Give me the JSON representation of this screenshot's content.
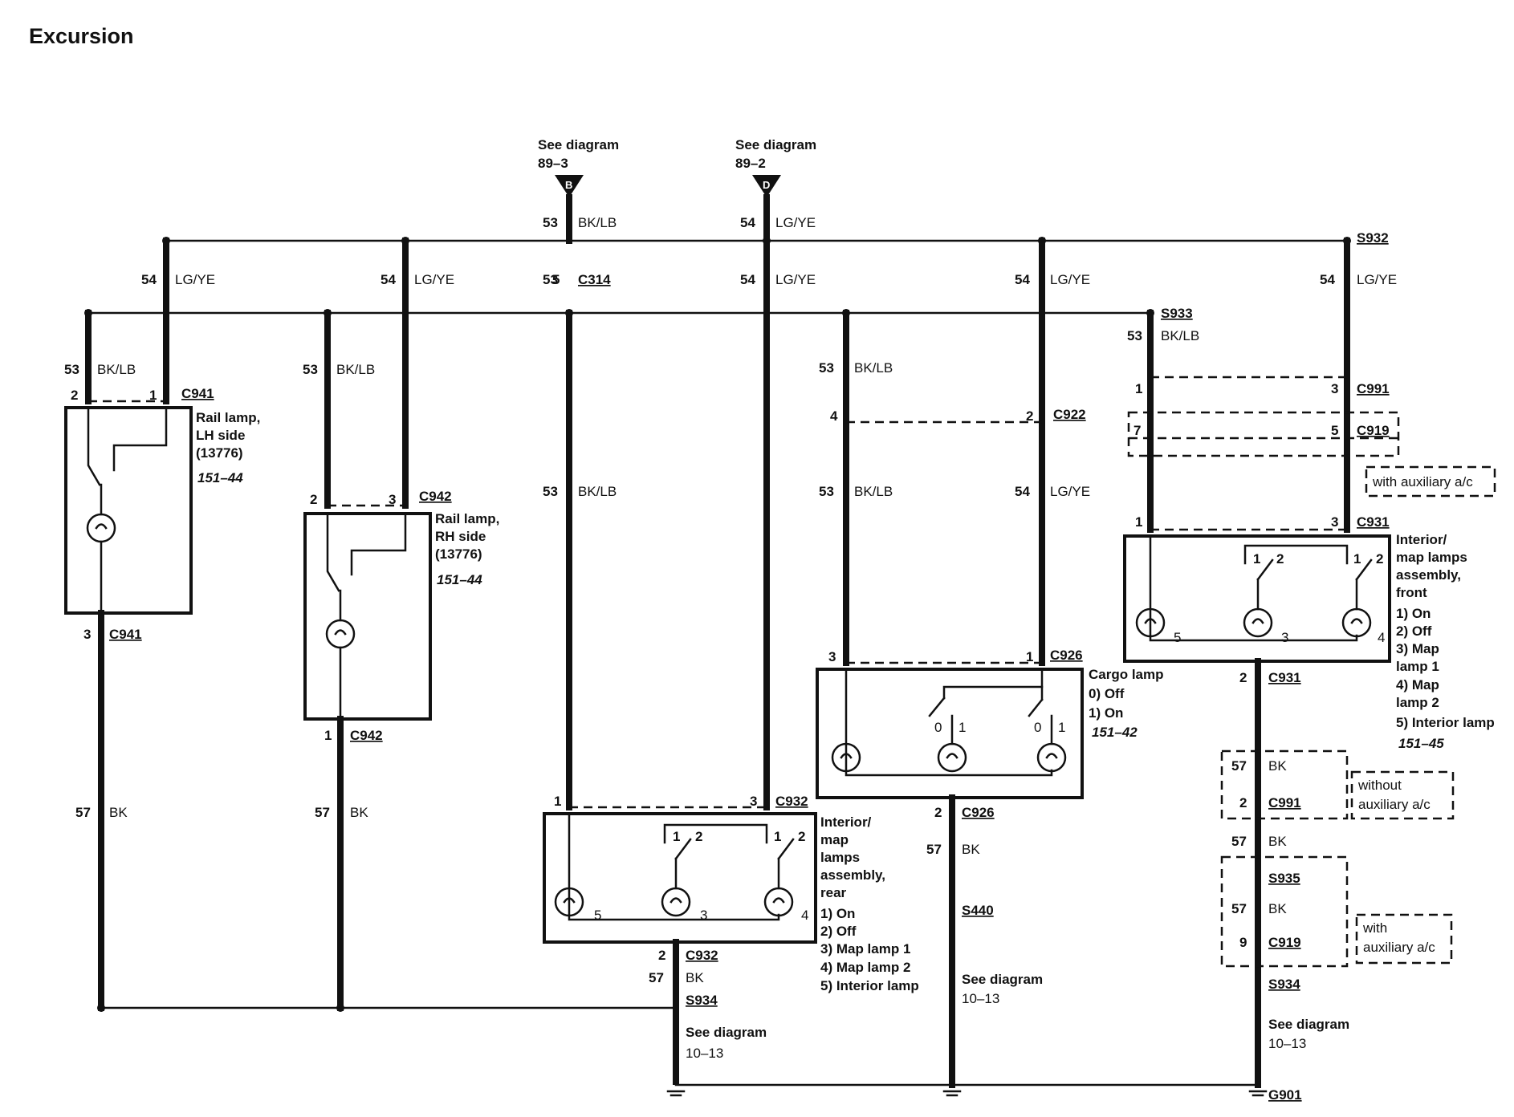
{
  "title": "Excursion",
  "refs": {
    "B": {
      "line1": "See diagram",
      "line2": "89–3",
      "letter": "B"
    },
    "D": {
      "line1": "See diagram",
      "line2": "89–2",
      "letter": "D"
    }
  },
  "wires": {
    "n53": "53",
    "n54": "54",
    "n57": "57",
    "bklb": "BK/LB",
    "lgye": "LG/YE",
    "bk": "BK"
  },
  "splices": {
    "s932": "S932",
    "s933": "S933",
    "s934": "S934",
    "s935": "S935",
    "s440": "S440",
    "g901": "G901"
  },
  "connectors": {
    "c941": "C941",
    "c942": "C942",
    "c314": "C314",
    "c932": "C932",
    "c922": "C922",
    "c926": "C926",
    "c991": "C991",
    "c919": "C919",
    "c931": "C931"
  },
  "pins": {
    "p1": "1",
    "p2": "2",
    "p3": "3",
    "p4": "4",
    "p5": "5",
    "p7": "7",
    "p9": "9",
    "p0": "0"
  },
  "components": {
    "rail_lh": {
      "l1": "Rail lamp,",
      "l2": "LH side",
      "l3": "(13776)",
      "ref": "151–44"
    },
    "rail_rh": {
      "l1": "Rail lamp,",
      "l2": "RH side",
      "l3": "(13776)",
      "ref": "151–44"
    },
    "cargo": {
      "l1": "Cargo lamp",
      "l2": "0) Off",
      "l3": "1) On",
      "ref": "151–42"
    },
    "rear": {
      "l1": "Interior/",
      "l2": "map",
      "l3": "lamps",
      "l4": "assembly,",
      "l5": "rear",
      "o1": "1) On",
      "o2": "2) Off",
      "o3": "3) Map lamp 1",
      "o4": "4) Map lamp 2",
      "o5": "5) Interior lamp"
    },
    "front": {
      "l1": "Interior/",
      "l2": "map lamps",
      "l3": "assembly,",
      "l4": "front",
      "o1": "1) On",
      "o2": "2) Off",
      "o3": "3) Map",
      "o3b": "lamp 1",
      "o4": "4) Map",
      "o4b": "lamp 2",
      "o5": "5) Interior lamp",
      "ref": "151–45"
    }
  },
  "notes": {
    "with_aux_l1": "with auxiliary a/c",
    "without_l1": "without",
    "without_l2": "auxiliary a/c",
    "with_l1": "with",
    "with_l2": "auxiliary a/c"
  },
  "see_diagram": {
    "label": "See diagram",
    "ref": "10–13"
  }
}
